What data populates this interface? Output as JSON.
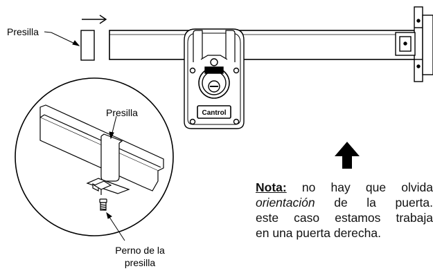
{
  "labels": {
    "clip_top": "Presilla",
    "clip_detail": "Presilla",
    "bolt_line1": "Perno de la",
    "bolt_line2": "presilla"
  },
  "lock_badge": "Cantrol",
  "note": {
    "keyword": "Nota:",
    "line1_rest": [
      "no",
      "hay",
      "que",
      "olvida"
    ],
    "line2_italic": "orientación",
    "line2_rest": [
      "de",
      "la",
      "puerta."
    ],
    "line3": [
      "este",
      "caso",
      "estamos",
      "trabaja"
    ],
    "line4": "en una puerta derecha."
  },
  "colors": {
    "stroke": "#000000",
    "background": "#ffffff"
  }
}
